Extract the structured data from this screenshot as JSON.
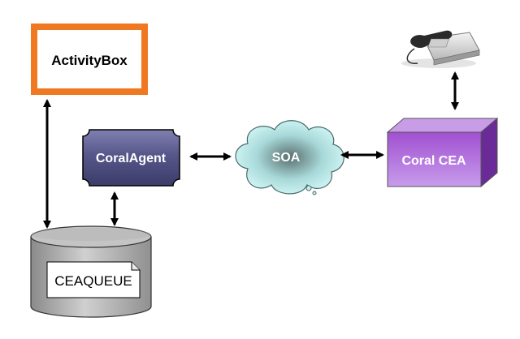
{
  "nodes": {
    "activitybox": {
      "label": "ActivityBox",
      "border_color": "#f07820"
    },
    "coralagent": {
      "label": "CoralAgent",
      "fill_color": "#5a5a8c"
    },
    "soa": {
      "label": "SOA",
      "fill_color": "#c8f0f0"
    },
    "coral_cea": {
      "label": "Coral CEA",
      "fill_color": "#b070d8"
    },
    "ceaqueue": {
      "label": "CEAQUEUE",
      "fill_color": "#b8b8b8"
    },
    "telephone": {
      "icon": "telephone-icon"
    }
  },
  "connections": [
    {
      "from": "activitybox",
      "to": "ceaqueue",
      "direction": "both"
    },
    {
      "from": "coralagent",
      "to": "ceaqueue",
      "direction": "both"
    },
    {
      "from": "coralagent",
      "to": "soa",
      "direction": "both"
    },
    {
      "from": "soa",
      "to": "coral_cea",
      "direction": "both"
    },
    {
      "from": "telephone",
      "to": "coral_cea",
      "direction": "both"
    }
  ]
}
